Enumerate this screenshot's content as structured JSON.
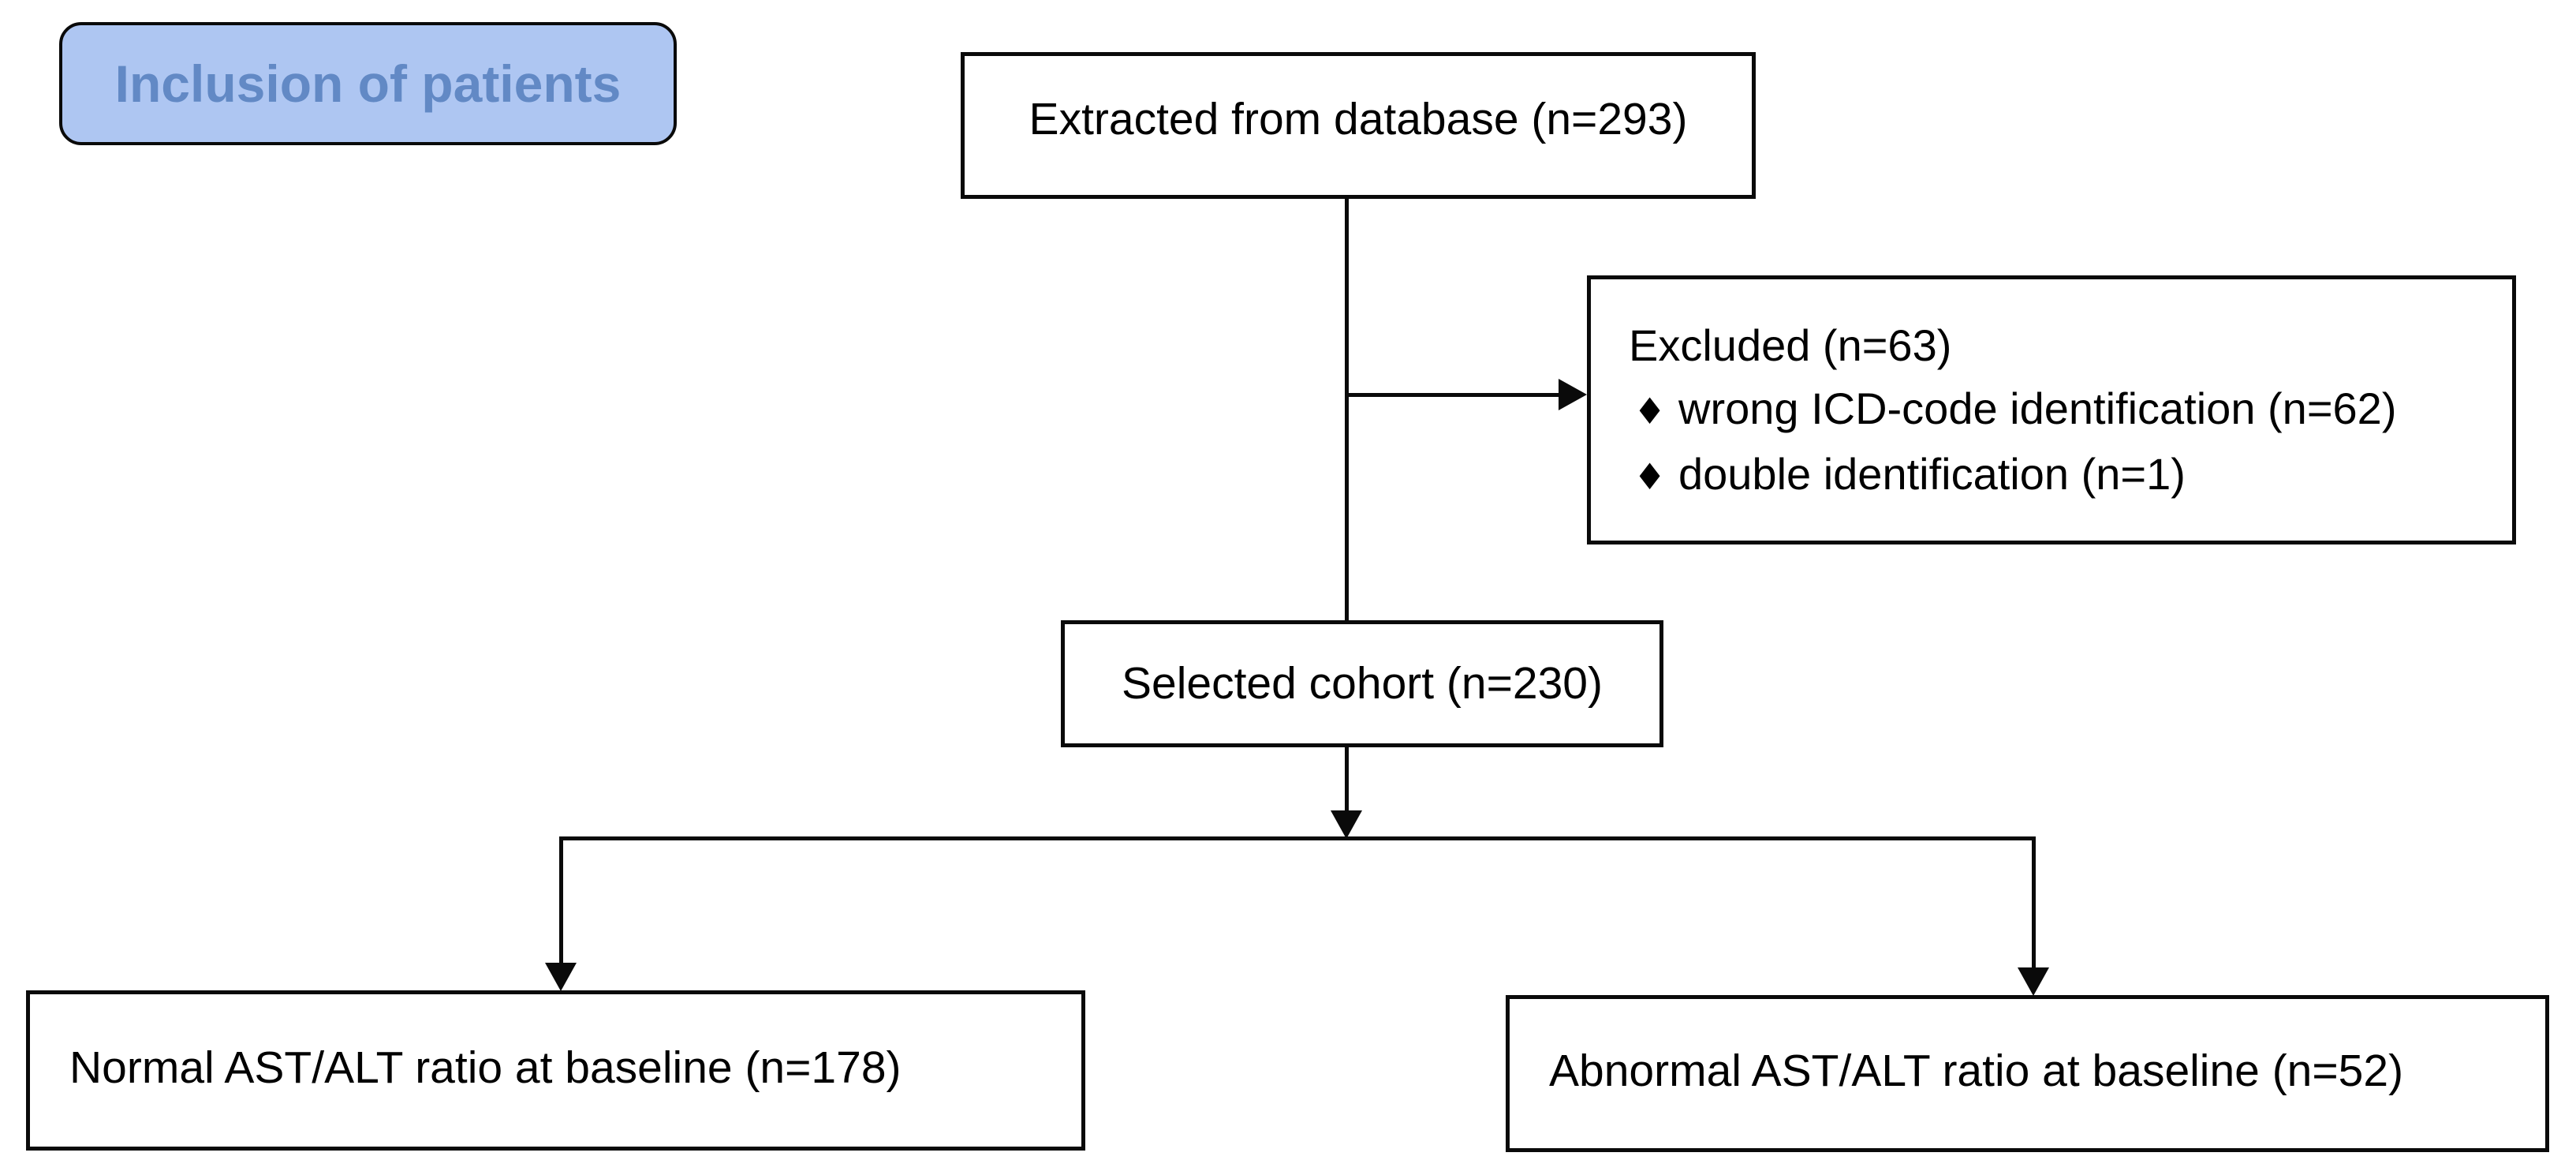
{
  "diagram": {
    "title": "Inclusion of patients",
    "nodes": {
      "extracted": {
        "label": "Extracted from database (n=293)"
      },
      "excluded": {
        "heading": "Excluded (n=63)",
        "bullets": [
          {
            "marker": "♦",
            "label": "wrong ICD-code identification (n=62)"
          },
          {
            "marker": "♦",
            "label": "double identification (n=1)"
          }
        ]
      },
      "selected": {
        "label": "Selected cohort (n=230)"
      },
      "normal_baseline": {
        "label": "Normal AST/ALT ratio at baseline (n=178)"
      },
      "abnormal_baseline": {
        "label": "Abnormal AST/ALT ratio at baseline (n=52)"
      }
    },
    "colors": {
      "background": "#ffffff",
      "line": "#0a0a0a",
      "text": "#000000",
      "title_fill": "#aec6f2",
      "title_text": "#6289c5"
    }
  }
}
